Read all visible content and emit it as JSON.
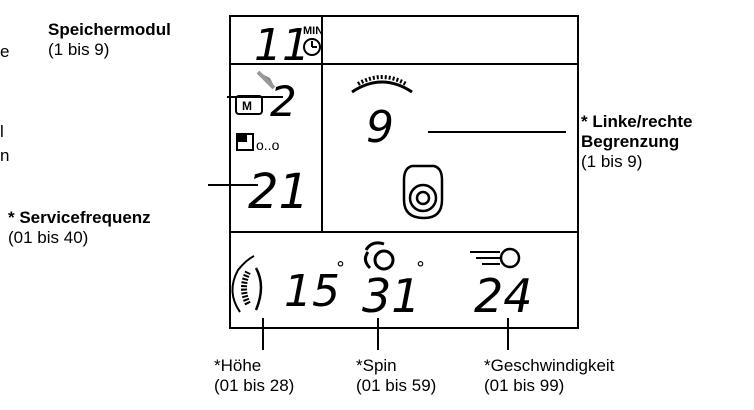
{
  "lcd": {
    "timer_digits": "11",
    "timer_unit": "MIN",
    "memory_digit": "2",
    "memory_icon_label": "M",
    "service_digits": "21",
    "service_dots": "o..o",
    "range_digit": "9",
    "height_value": "15",
    "spin_value": "31",
    "speed_value": "24",
    "degree_symbol": "°"
  },
  "callouts": {
    "memory": {
      "title": "Speichermodul",
      "range": "(1 bis 9)"
    },
    "range": {
      "title": "* Linke/rechte",
      "title2": "Begrenzung",
      "range": "(1 bis 9)"
    },
    "service": {
      "title": "* Servicefrequenz",
      "range": "(01 bis 40)"
    },
    "height": {
      "title": "*Höhe",
      "range": "(01 bis 28)"
    },
    "spin": {
      "title": "*Spin",
      "range": "(01 bis 59)"
    },
    "speed": {
      "title": "*Geschwindigkeit",
      "range": "(01 bis 99)"
    }
  },
  "clipped_edge_text": {
    "left_top": "e",
    "left_mid": "l",
    "left_mid2": "n"
  },
  "icons": [
    "clock-icon",
    "memory-card-icon",
    "arrow-icon",
    "service-dots-icon",
    "arc-fan-icon",
    "ball-launcher-icon",
    "height-arc-icon",
    "spin-icon",
    "speed-icon"
  ]
}
